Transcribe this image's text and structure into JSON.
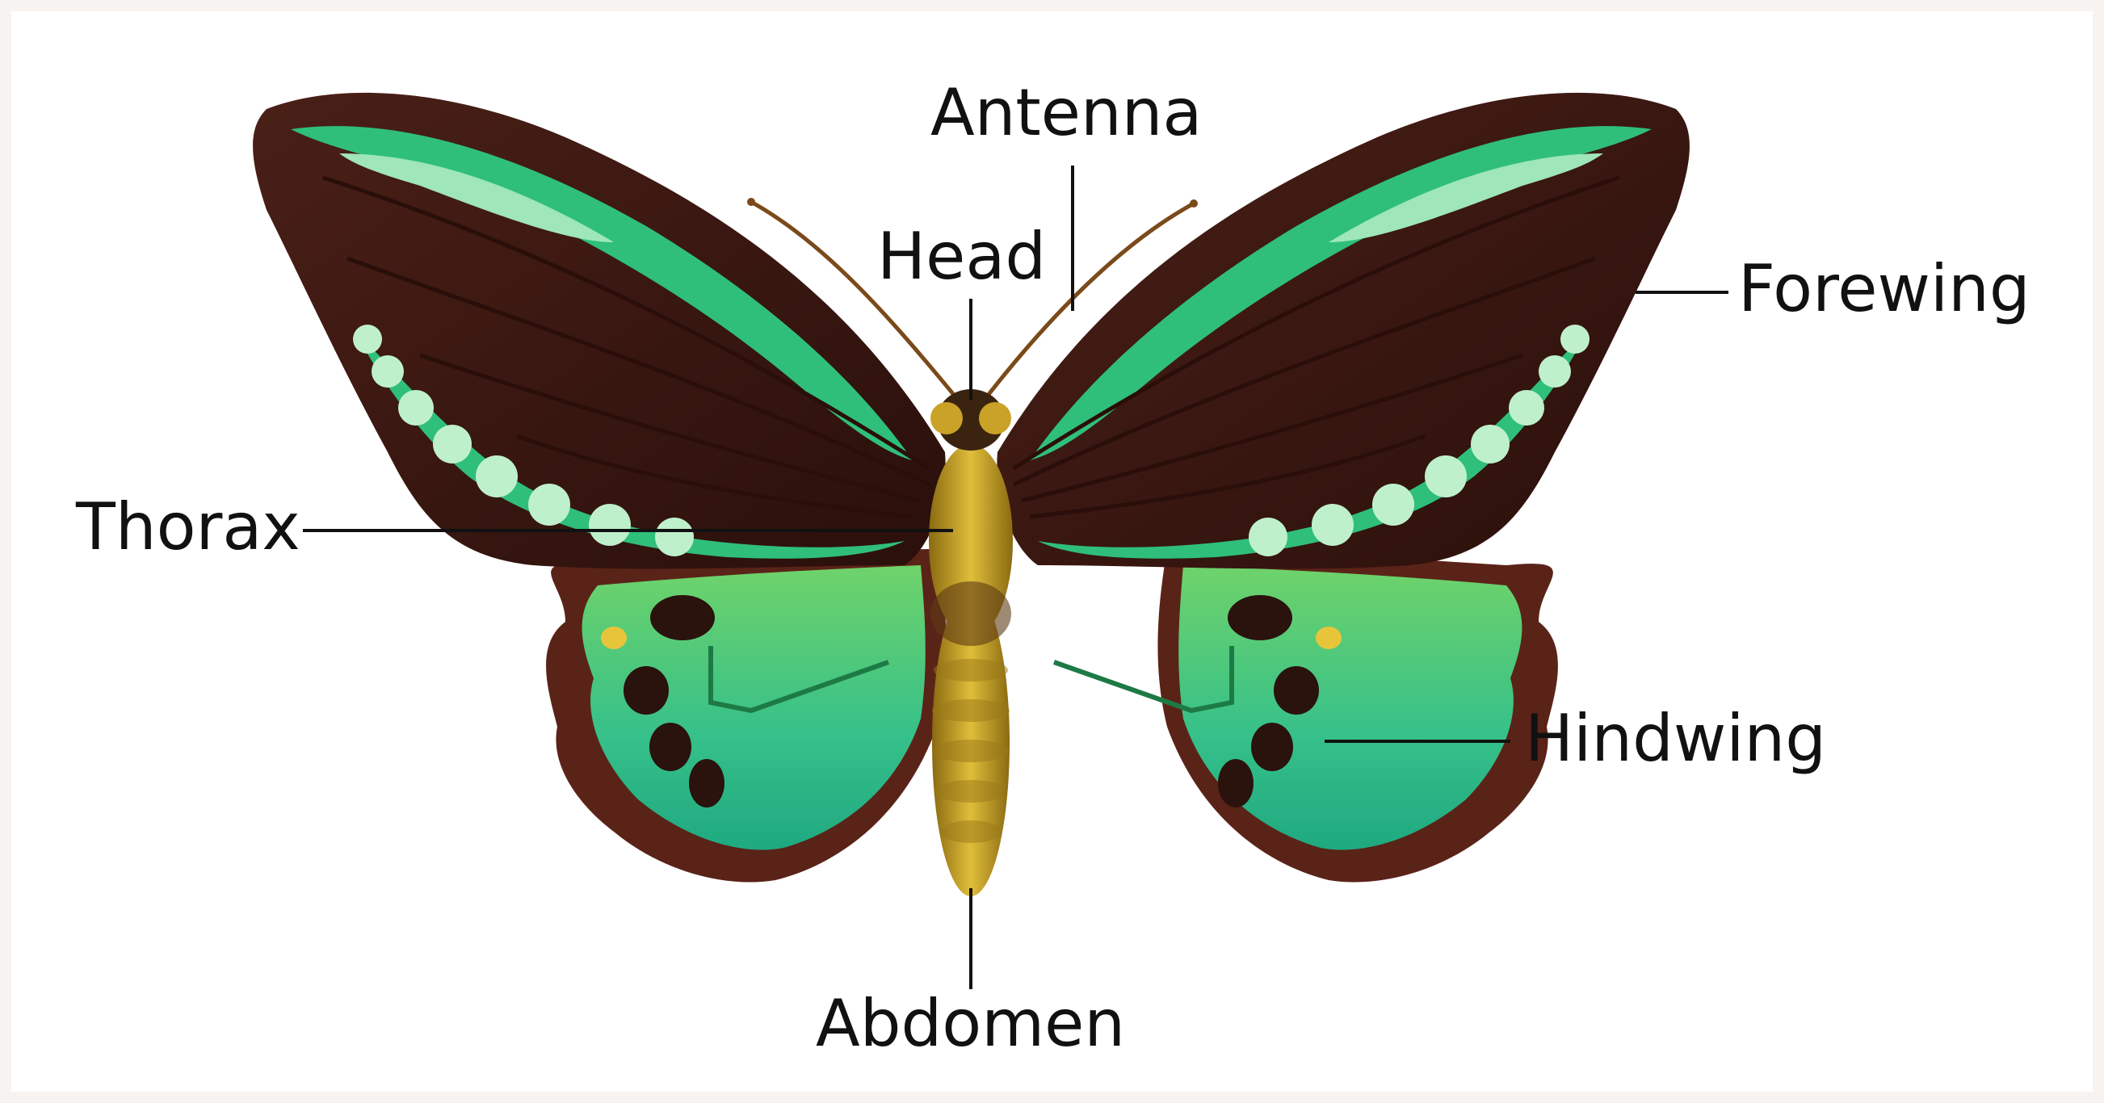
{
  "labels": {
    "antenna": "Antenna",
    "head": "Head",
    "forewing": "Forewing",
    "thorax": "Thorax",
    "hindwing": "Hindwing",
    "abdomen": "Abdomen"
  },
  "colors": {
    "background": "#f6f3f0",
    "panel": "#ffffff",
    "wing_dark": "#3b1a14",
    "wing_green": "#2fbf7a",
    "wing_green_light": "#9fe6b8",
    "hindwing_green": "#4cc96a",
    "body_gold": "#c9a227",
    "leader_line": "#111111"
  }
}
